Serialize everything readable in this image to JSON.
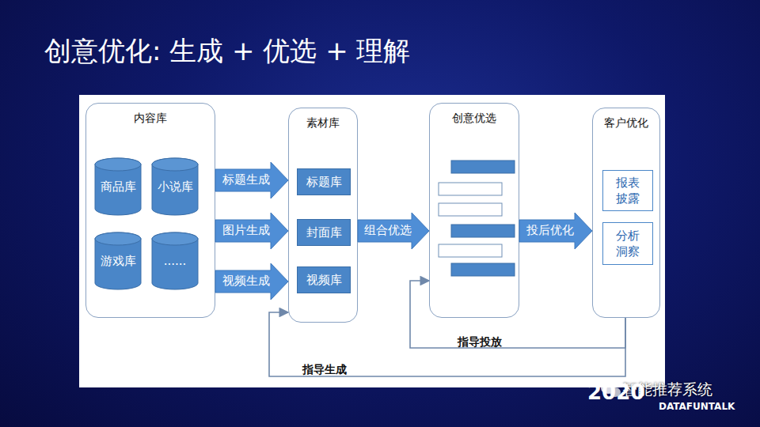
{
  "diagram": {
    "title": "创意优化: 生成 + 优选 + 理解",
    "nodes": [
      {
        "text": [
          "内容库"
        ]
      },
      {
        "text": [
          "商品库"
        ],
        "in": 0
      },
      {
        "text": [
          "小说库"
        ],
        "in": 0
      },
      {
        "text": [
          "游戏库"
        ],
        "in": 0
      },
      {
        "text": [
          "......"
        ],
        "in": 0
      },
      {
        "text": [
          "素材库"
        ]
      },
      {
        "text": [
          "标题库"
        ],
        "in": 5
      },
      {
        "text": [
          "封面库"
        ],
        "in": 5
      },
      {
        "text": [
          "视频库"
        ],
        "in": 5
      },
      {
        "text": [
          "创意优选"
        ]
      },
      {
        "text": [
          "客户优化"
        ]
      },
      {
        "text": [
          "报表 披露"
        ],
        "in": 10
      },
      {
        "text": [
          "分析 洞察"
        ],
        "in": 10
      }
    ],
    "edges": [
      {
        "from": 0,
        "to": 5,
        "label": "标题生成",
        "arrow": "to"
      },
      {
        "from": 0,
        "to": 5,
        "label": "图片生成",
        "arrow": "to"
      },
      {
        "from": 0,
        "to": 5,
        "label": "视频生成",
        "arrow": "to"
      },
      {
        "from": 5,
        "to": 9,
        "label": "组合优选",
        "arrow": "to"
      },
      {
        "from": 9,
        "to": 10,
        "label": "投后优化",
        "arrow": "to"
      },
      {
        "from": 10,
        "to": 9,
        "label": "指导投放",
        "arrow": "to"
      },
      {
        "from": 10,
        "to": 5,
        "label": "指导生成",
        "arrow": "to"
      }
    ],
    "labels": [
      "智能推荐系统",
      "2020",
      "DATAFUNTALK"
    ]
  }
}
